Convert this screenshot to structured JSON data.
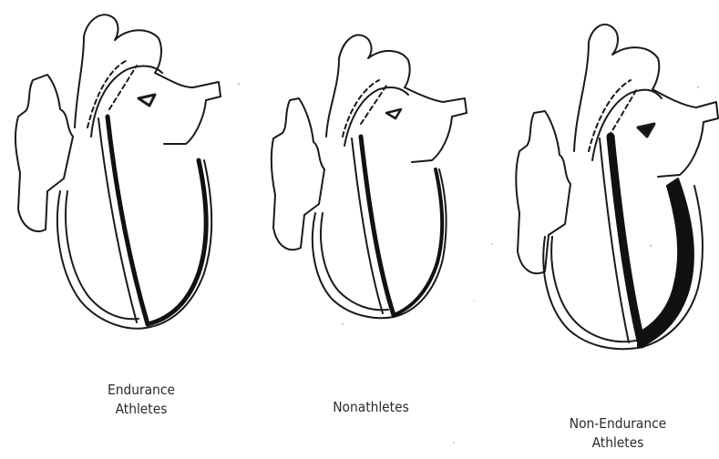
{
  "figure": {
    "colors": {
      "outline": "#1a1a1a",
      "wall_fill": "#111111",
      "background": "#ffffff"
    },
    "panels": [
      {
        "id": "endurance-athletes",
        "caption_line1": "Endurance",
        "caption_line2": "Athletes",
        "left_ventricle_chamber": "enlarged",
        "ventricular_wall": "normal"
      },
      {
        "id": "nonathletes",
        "caption_line1": "Nonathletes",
        "caption_line2": "",
        "left_ventricle_chamber": "normal",
        "ventricular_wall": "normal"
      },
      {
        "id": "non-endurance-athletes",
        "caption_line1": "Non-Endurance",
        "caption_line2": "Athletes",
        "left_ventricle_chamber": "normal",
        "ventricular_wall": "thickened"
      }
    ]
  }
}
